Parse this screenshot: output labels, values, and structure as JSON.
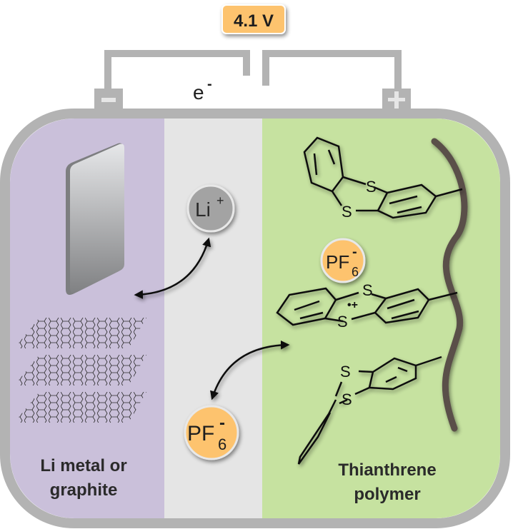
{
  "voltage_label": "4.1 V",
  "electron": {
    "symbol": "e",
    "charge": "-"
  },
  "terminals": {
    "negative": "−",
    "positive": "+"
  },
  "ions": {
    "lithium": {
      "symbol": "Li",
      "charge": "+"
    },
    "pf6_upper": {
      "symbol": "PF",
      "subscript": "6",
      "charge": "-"
    },
    "pf6_lower": {
      "symbol": "PF",
      "subscript": "6",
      "charge": "-"
    }
  },
  "molecules": {
    "top": {
      "s1": "S",
      "s2": "S"
    },
    "middle": {
      "s1": "S",
      "s2": "S",
      "radical_cation": "•+"
    },
    "bottom": {
      "s1": "S",
      "s2": "S"
    }
  },
  "regions": {
    "anode": {
      "label_line1": "Li metal or",
      "label_line2": "graphite"
    },
    "cathode": {
      "label_line1": "Thianthrene",
      "label_line2": "polymer"
    }
  },
  "colors": {
    "casing": "#b3b3b3",
    "anode_bg": "#cac0da",
    "electrolyte_bg": "#e5e5e5",
    "cathode_bg": "#c6e2a0",
    "ion_orange": "#fdc36e",
    "ion_gray": "#a3a3a3",
    "backbone": "#5a5048"
  }
}
